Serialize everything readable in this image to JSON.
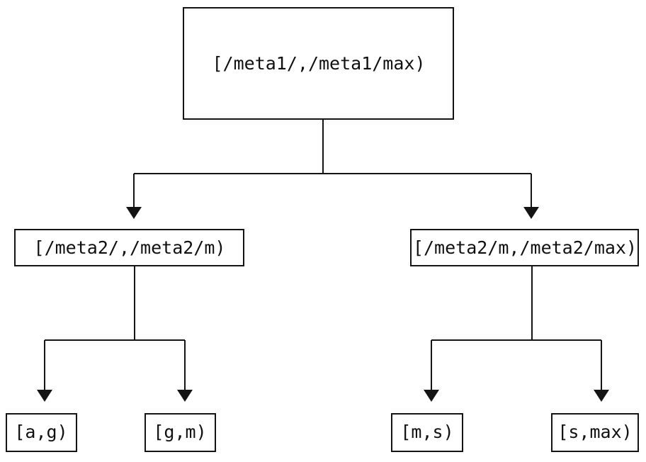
{
  "diagram": {
    "type": "tree",
    "title": "",
    "background_color": "#ffffff",
    "line_color": "#141414",
    "text_color": "#101010",
    "nodes": {
      "root": {
        "label": "[/meta1/,/meta1/max)",
        "level": 0
      },
      "mid_left": {
        "label": "[/meta2/,/meta2/m)",
        "level": 1
      },
      "mid_right": {
        "label": "[/meta2/m,/meta2/max)",
        "level": 1
      },
      "leaf_1": {
        "label": "[a,g)",
        "level": 2
      },
      "leaf_2": {
        "label": "[g,m)",
        "level": 2
      },
      "leaf_3": {
        "label": "[m,s)",
        "level": 2
      },
      "leaf_4": {
        "label": "[s,max)",
        "level": 2
      }
    },
    "edges": [
      {
        "from": "root",
        "to": "mid_left"
      },
      {
        "from": "root",
        "to": "mid_right"
      },
      {
        "from": "mid_left",
        "to": "leaf_1"
      },
      {
        "from": "mid_left",
        "to": "leaf_2"
      },
      {
        "from": "mid_right",
        "to": "leaf_3"
      },
      {
        "from": "mid_right",
        "to": "leaf_4"
      }
    ]
  }
}
